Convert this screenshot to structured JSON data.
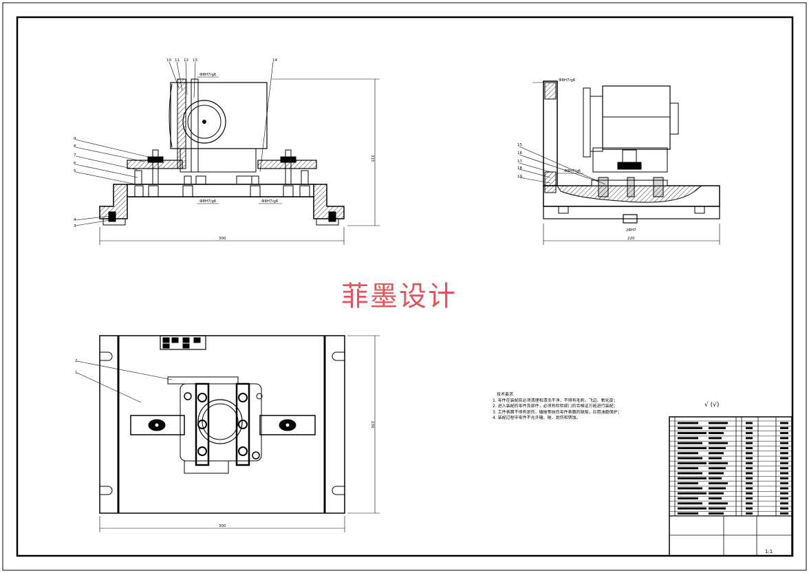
{
  "watermark": "菲墨设计",
  "roughness": "√ (√)",
  "tech_requirements": {
    "title": "技术要求",
    "items": [
      "1. 零件在装配前必须清理和清洗干净，不得有毛刺、飞边、氧化皮；",
      "2. 进入装配的零件及部件，必须有检验部门的合格证方能进行装配；",
      "3. 工件表面不得有划伤、磕碰等损伤零件表面的缺陷，应用油脂保护；",
      "4. 装配过程中零件不允许磕、碰、划伤和锈蚀。"
    ]
  },
  "front_view": {
    "dim_width": "300",
    "dim_height": "315",
    "fits": [
      "Φ8H7/g6",
      "Φ8H7/g6",
      "Φ8H7/g6"
    ],
    "balloons_left": [
      "9",
      "8",
      "7",
      "6",
      "5",
      "4",
      "3"
    ],
    "balloons_top": [
      "10",
      "11",
      "12",
      "13"
    ],
    "balloon_right": "14"
  },
  "side_view": {
    "dim_width": "220",
    "fits": [
      "Φ8H7/g6",
      "Φ8H7/g6",
      "28H7"
    ],
    "balloons_left": [
      "15",
      "16",
      "17",
      "18",
      "19"
    ]
  },
  "top_view": {
    "dim_width": "300",
    "dim_height": "230",
    "balloons_left": [
      "2",
      "1"
    ]
  },
  "title_block": {
    "scale": "1:1"
  }
}
